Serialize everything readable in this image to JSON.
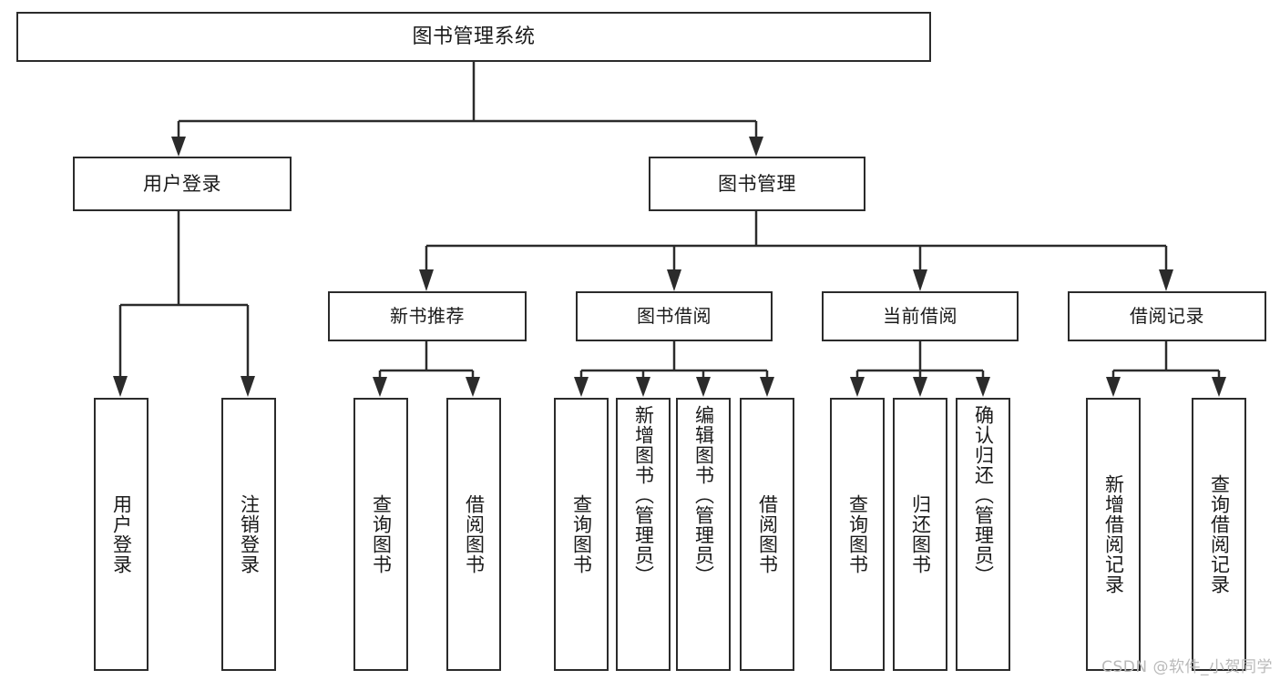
{
  "diagram": {
    "title": "图书管理系统",
    "type": "hierarchy-tree",
    "root": {
      "label": "图书管理系统"
    },
    "level2": [
      {
        "label": "用户登录"
      },
      {
        "label": "图书管理"
      }
    ],
    "level3": [
      {
        "label": "新书推荐"
      },
      {
        "label": "图书借阅"
      },
      {
        "label": "当前借阅"
      },
      {
        "label": "借阅记录"
      }
    ],
    "leaves": {
      "user_login": [
        {
          "label": "用户登录"
        },
        {
          "label": "注销登录"
        }
      ],
      "new_book_recommend": [
        {
          "label": "查询图书"
        },
        {
          "label": "借阅图书"
        }
      ],
      "book_borrow": [
        {
          "label": "查询图书"
        },
        {
          "label": "新增图书（管理员）"
        },
        {
          "label": "编辑图书（管理员）"
        },
        {
          "label": "借阅图书"
        }
      ],
      "current_borrow": [
        {
          "label": "查询图书"
        },
        {
          "label": "归还图书"
        },
        {
          "label": "确认归还（管理员）"
        }
      ],
      "borrow_record": [
        {
          "label": "新增借阅记录"
        },
        {
          "label": "查询借阅记录"
        }
      ]
    }
  },
  "watermark": {
    "text": "CSDN @软件_小贺同学"
  },
  "colors": {
    "stroke": "#2b2b2b",
    "text": "#1a1a1a",
    "background": "#ffffff",
    "watermark": "#b9b9b9"
  }
}
